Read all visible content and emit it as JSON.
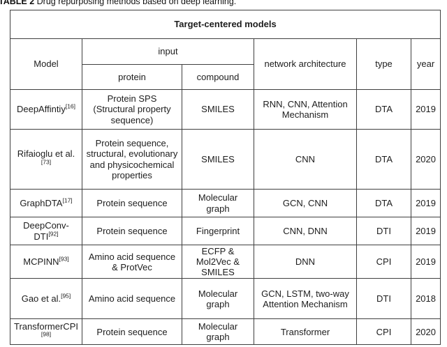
{
  "caption": {
    "label": "TABLE 2",
    "text": " Drug repurposing methods based on deep learning."
  },
  "colors": {
    "border": "#3f3f3f",
    "text": "#1d1d1d",
    "background": "#ffffff"
  },
  "table": {
    "title": "Target-centered models",
    "headers": {
      "model": "Model",
      "input": "input",
      "protein": "protein",
      "compound": "compound",
      "network": "network architecture",
      "type": "type",
      "year": "year"
    },
    "rows": [
      {
        "model": "DeepAffintiy",
        "ref": "[16]",
        "protein": "Protein SPS (Structural property sequence)",
        "compound": "SMILES",
        "network": "RNN, CNN, Attention Mechanism",
        "type": "DTA",
        "year": "2019"
      },
      {
        "model": "Rifaioglu et al.",
        "ref": "[73]",
        "protein": "Protein sequence, structural, evolutionary and physicochemical properties",
        "compound": "SMILES",
        "network": "CNN",
        "type": "DTA",
        "year": "2020"
      },
      {
        "model": "GraphDTA",
        "ref": "[17]",
        "protein": "Protein sequence",
        "compound": "Molecular graph",
        "network": "GCN, CNN",
        "type": "DTA",
        "year": "2019"
      },
      {
        "model": "DeepConv-DTI",
        "ref": "[92]",
        "protein": "Protein sequence",
        "compound": "Fingerprint",
        "network": "CNN, DNN",
        "type": "DTI",
        "year": "2019"
      },
      {
        "model": "MCPINN",
        "ref": "[93]",
        "protein": "Amino acid sequence & ProtVec",
        "compound": "ECFP & Mol2Vec & SMILES",
        "network": "DNN",
        "type": "CPI",
        "year": "2019"
      },
      {
        "model": "Gao et al.",
        "ref": "[95]",
        "protein": "Amino acid sequence",
        "compound": "Molecular graph",
        "network": "GCN, LSTM, two-way Attention Mechanism",
        "type": "DTI",
        "year": "2018"
      },
      {
        "model": "TransformerCPI",
        "ref": "[98]",
        "protein": "Protein sequence",
        "compound": "Molecular graph",
        "network": "Transformer",
        "type": "CPI",
        "year": "2020"
      }
    ]
  }
}
